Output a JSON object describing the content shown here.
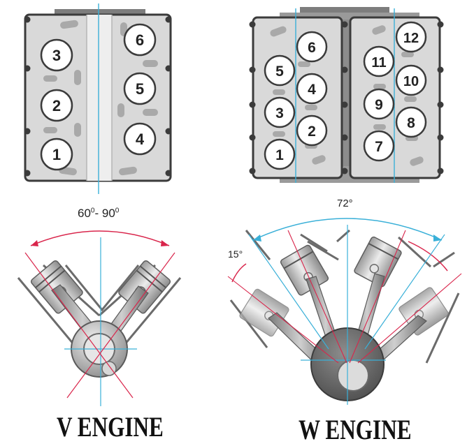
{
  "v_engine": {
    "title": "V ENGINE",
    "angle_label": {
      "a": "60",
      "sep": "- ",
      "b": "90",
      "deg": "0"
    },
    "left_bank_cylinders": [
      "3",
      "2",
      "1"
    ],
    "right_bank_cylinders": [
      "6",
      "5",
      "4"
    ]
  },
  "w_engine": {
    "title": "W ENGINE",
    "angle_total": "72°",
    "angle_offset": "15°",
    "bank1_left_cylinders": [
      "5",
      "3",
      "1"
    ],
    "bank1_right_cylinders": [
      "6",
      "4",
      "2"
    ],
    "bank2_left_cylinders": [
      "11",
      "9",
      "7"
    ],
    "bank2_right_cylinders": [
      "12",
      "10",
      "8"
    ]
  },
  "colors": {
    "head_fill": "#d9d9d9",
    "head_outline": "#3b3b3b",
    "guide_line": "#3ab0d8",
    "red_line": "#d9254b",
    "piston_gray": "#bdbdbd",
    "text": "#111111"
  }
}
